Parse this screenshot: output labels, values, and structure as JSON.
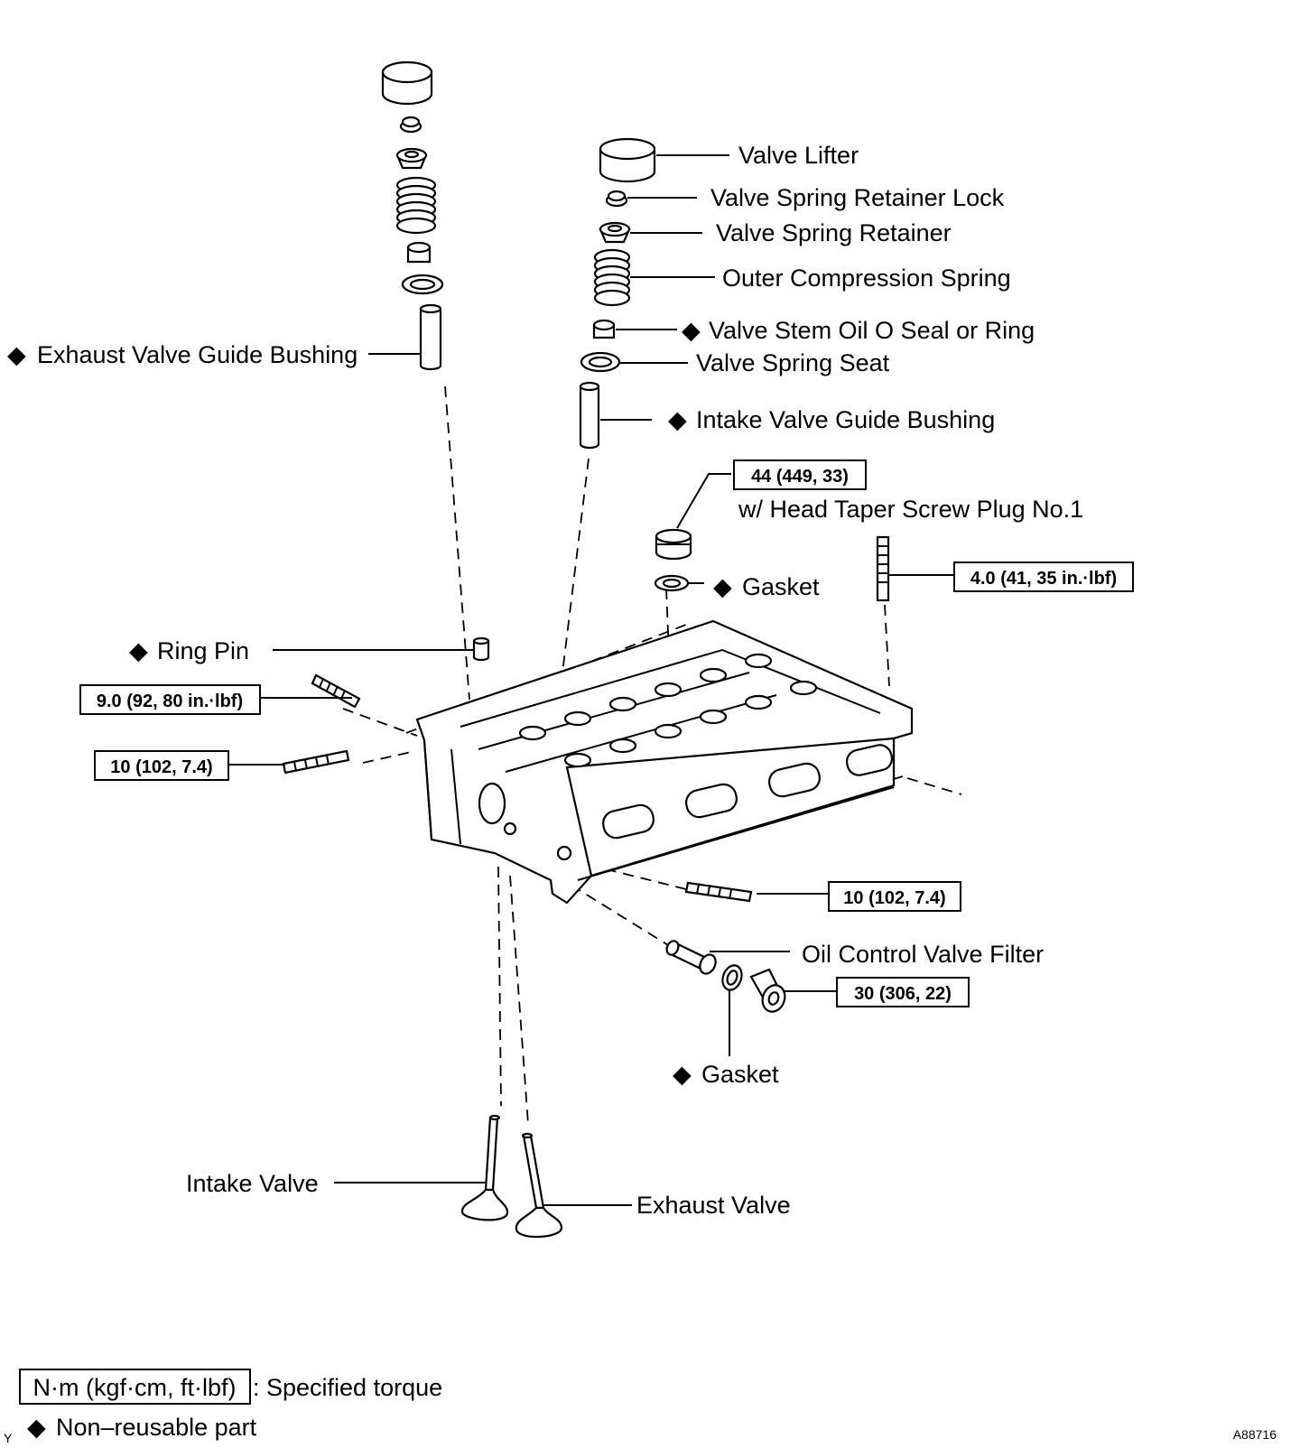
{
  "labels": {
    "valve_lifter": "Valve Lifter",
    "valve_spring_retainer_lock": "Valve Spring Retainer Lock",
    "valve_spring_retainer": "Valve Spring Retainer",
    "outer_compression_spring": "Outer Compression Spring",
    "valve_stem_oil_seal": "Valve Stem Oil O Seal or Ring",
    "valve_spring_seat": "Valve Spring Seat",
    "intake_valve_guide_bushing": "Intake Valve Guide Bushing",
    "exhaust_valve_guide_bushing": "Exhaust Valve Guide Bushing",
    "head_taper_screw_plug": "w/ Head Taper Screw Plug No.1",
    "gasket_upper": "Gasket",
    "ring_pin": "Ring Pin",
    "oil_control_valve_filter": "Oil Control Valve Filter",
    "gasket_lower": "Gasket",
    "intake_valve": "Intake Valve",
    "exhaust_valve": "Exhaust Valve"
  },
  "torques": {
    "plug": "44 (449, 33)",
    "stud_right": "4.0 (41, 35 in.·lbf)",
    "stud_left_upper": "9.0 (92, 80 in.·lbf)",
    "stud_left_lower": "10 (102, 7.4)",
    "stud_front": "10 (102, 7.4)",
    "filter_plug": "30 (306, 22)"
  },
  "legend": {
    "torque_unit": "N·m (kgf·cm, ft·lbf)",
    "torque_desc": ": Specified torque",
    "nonreusable": "Non–reusable part"
  },
  "symbols": {
    "nonreusable_mark": "◆"
  },
  "corner": {
    "left_mark": "Y",
    "figure_code": "A88716"
  }
}
